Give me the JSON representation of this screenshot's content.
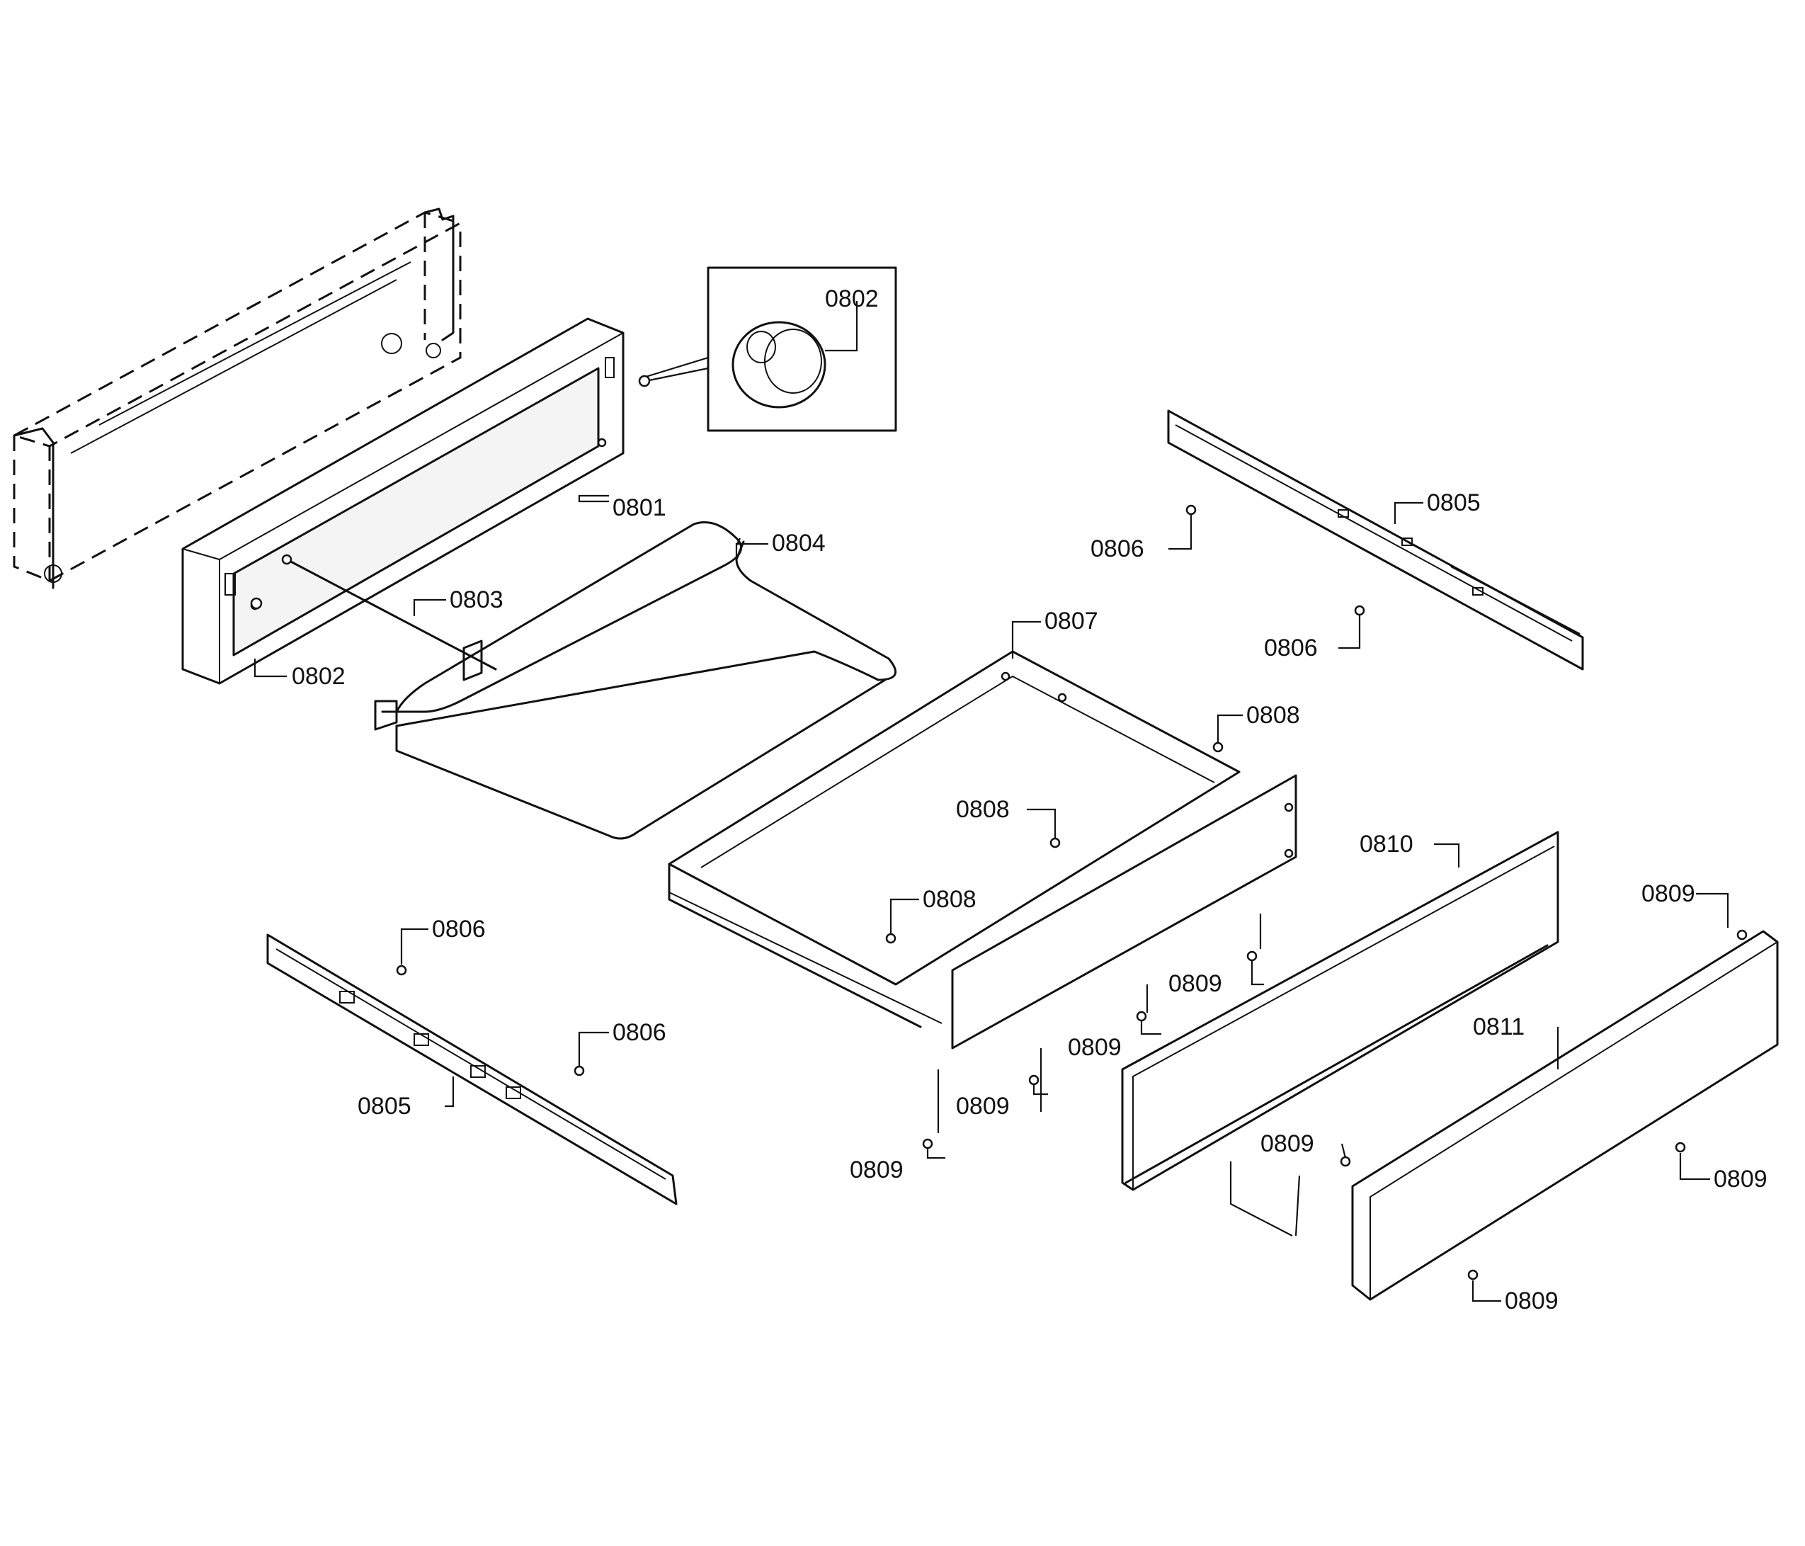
{
  "callouts": [
    {
      "id": "c1",
      "text": "0802"
    },
    {
      "id": "c2",
      "text": "0801"
    },
    {
      "id": "c3",
      "text": "0804"
    },
    {
      "id": "c4",
      "text": "0803"
    },
    {
      "id": "c5",
      "text": "0802"
    },
    {
      "id": "c6",
      "text": "0805"
    },
    {
      "id": "c7",
      "text": "0806"
    },
    {
      "id": "c8",
      "text": "0806"
    },
    {
      "id": "c9",
      "text": "0807"
    },
    {
      "id": "c10",
      "text": "0808"
    },
    {
      "id": "c11",
      "text": "0808"
    },
    {
      "id": "c12",
      "text": "0808"
    },
    {
      "id": "c13",
      "text": "0810"
    },
    {
      "id": "c14",
      "text": "0809"
    },
    {
      "id": "c15",
      "text": "0806"
    },
    {
      "id": "c16",
      "text": "0806"
    },
    {
      "id": "c17",
      "text": "0805"
    },
    {
      "id": "c18",
      "text": "0809"
    },
    {
      "id": "c19",
      "text": "0809"
    },
    {
      "id": "c20",
      "text": "0811"
    },
    {
      "id": "c21",
      "text": "0809"
    },
    {
      "id": "c22",
      "text": "0809"
    },
    {
      "id": "c23",
      "text": "0809"
    },
    {
      "id": "c24",
      "text": "0809"
    },
    {
      "id": "c25",
      "text": "0809"
    }
  ]
}
